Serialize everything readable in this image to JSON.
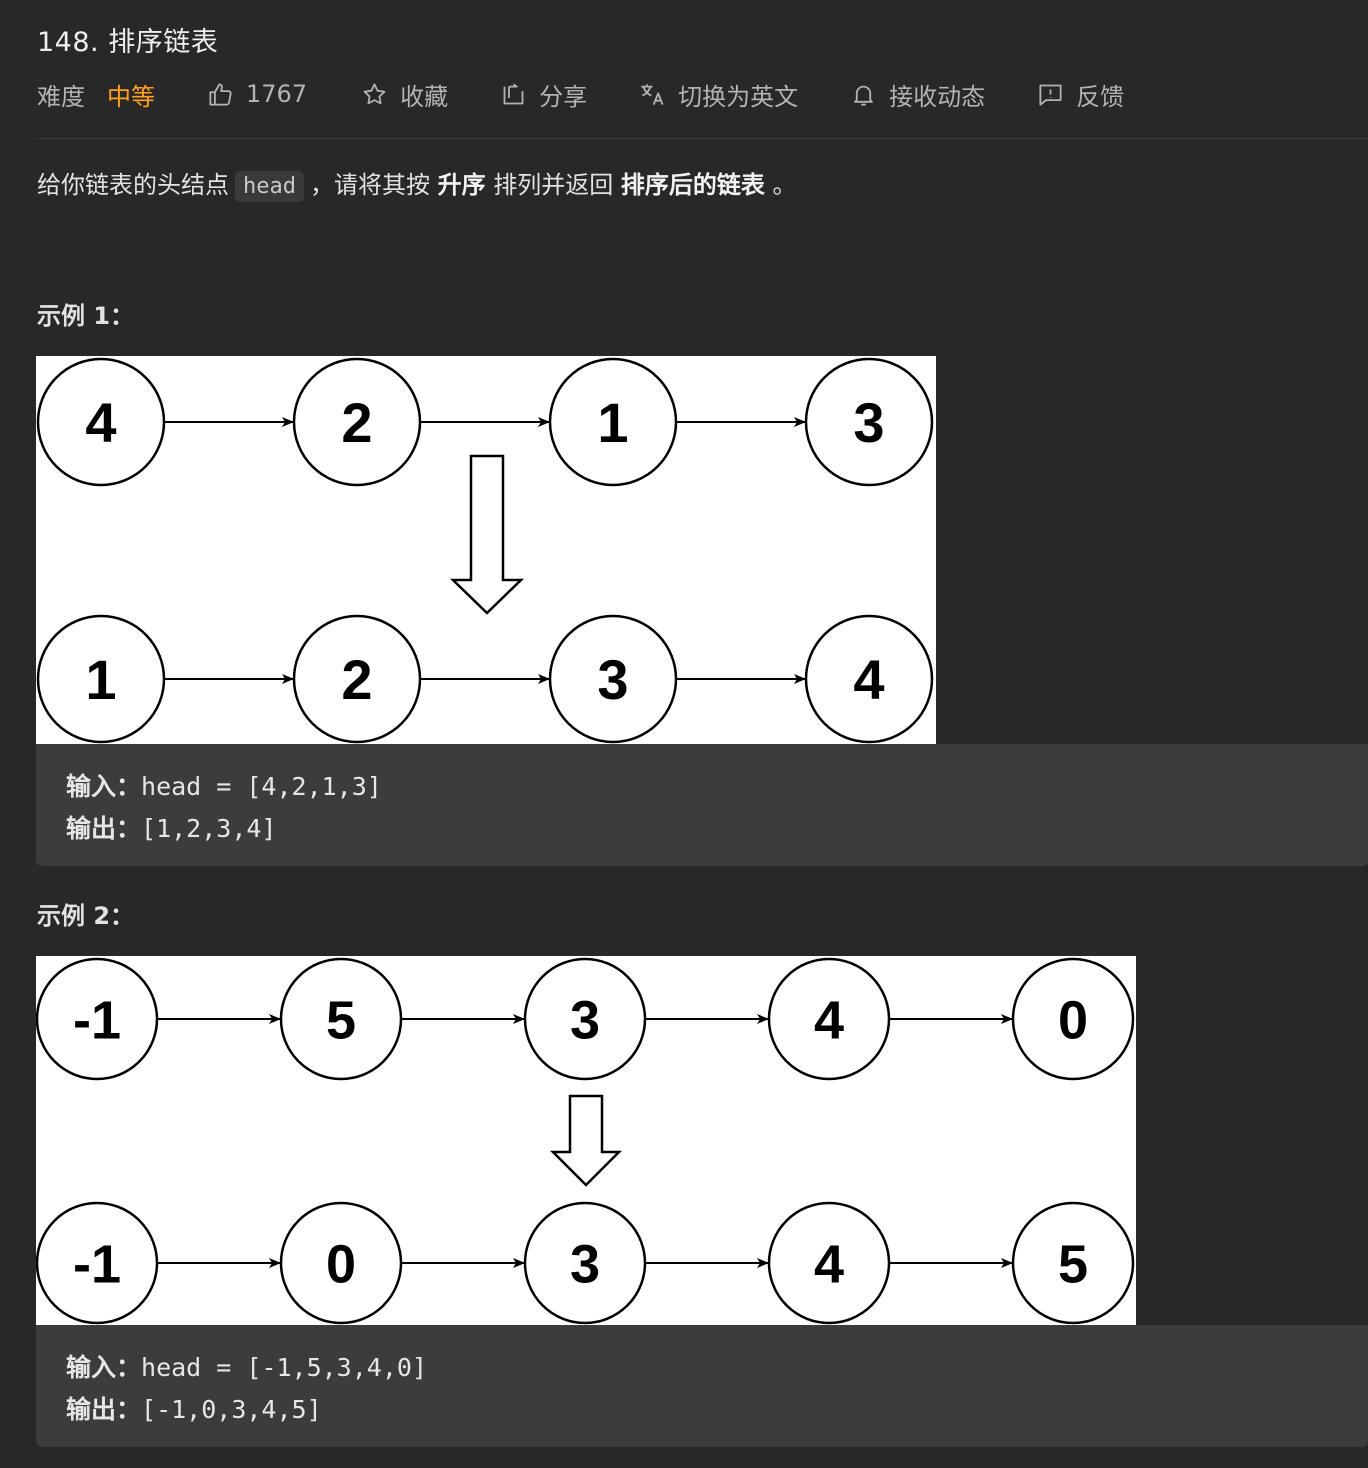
{
  "problem": {
    "title": "148. 排序链表"
  },
  "toolbar": {
    "difficulty_label": "难度",
    "difficulty_value": "中等",
    "difficulty_color": "#ffa116",
    "likes": "1767",
    "favorite": "收藏",
    "share": "分享",
    "translate": "切换为英文",
    "subscribe": "接收动态",
    "feedback": "反馈"
  },
  "description": {
    "part1": "给你链表的头结点",
    "code": "head",
    "part2": "，请将其按",
    "bold1": "升序",
    "part3": "排列并返回",
    "bold2": "排序后的链表",
    "part4": "。"
  },
  "examples": [
    {
      "title": "示例 1：",
      "diagram": {
        "before": [
          "4",
          "2",
          "1",
          "3"
        ],
        "after": [
          "1",
          "2",
          "3",
          "4"
        ]
      },
      "input_label": "输入：",
      "input_value": "head = [4,2,1,3]",
      "output_label": "输出：",
      "output_value": "[1,2,3,4]"
    },
    {
      "title": "示例 2：",
      "diagram": {
        "before": [
          "-1",
          "5",
          "3",
          "4",
          "0"
        ],
        "after": [
          "-1",
          "0",
          "3",
          "4",
          "5"
        ]
      },
      "input_label": "输入：",
      "input_value": "head = [-1,5,3,4,0]",
      "output_label": "输出：",
      "output_value": "[-1,0,3,4,5]"
    }
  ]
}
